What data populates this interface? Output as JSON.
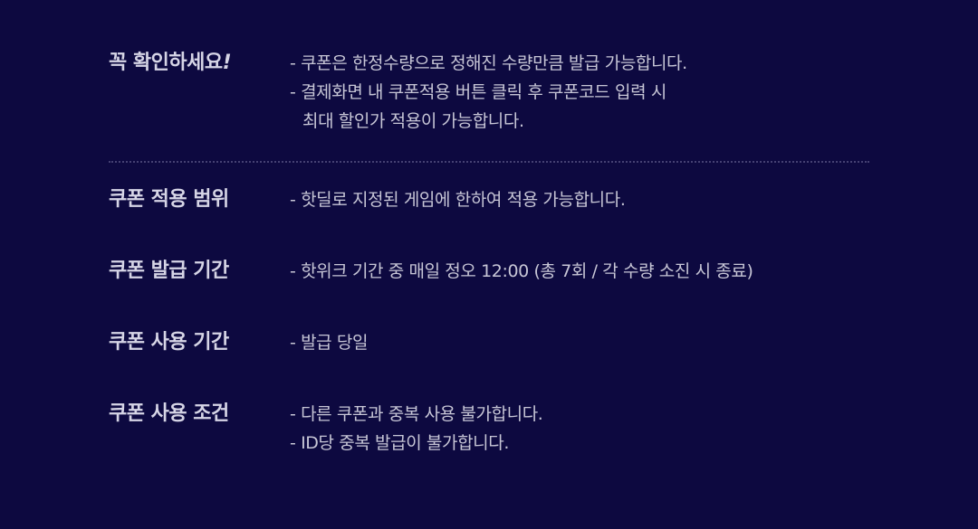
{
  "sections": {
    "check": {
      "title_prefix": "꼭 확인하세요",
      "title_suffix": "!",
      "lines": [
        "- 쿠폰은 한정수량으로 정해진 수량만큼 발급 가능합니다.",
        "- 결제화면 내 쿠폰적용 버튼 클릭 후 쿠폰코드 입력 시",
        "최대 할인가 적용이 가능합니다."
      ]
    },
    "range": {
      "title": "쿠폰 적용 범위",
      "lines": [
        "- 핫딜로 지정된 게임에 한하여 적용 가능합니다."
      ]
    },
    "issue": {
      "title": "쿠폰 발급 기간",
      "lines": [
        "- 핫위크 기간 중 매일 정오 12:00 (총 7회 / 각 수량 소진 시 종료)"
      ]
    },
    "use_period": {
      "title": "쿠폰 사용 기간",
      "lines": [
        "- 발급 당일"
      ]
    },
    "conditions": {
      "title": "쿠폰 사용  조건",
      "lines": [
        "- 다른 쿠폰과 중복 사용 불가합니다.",
        "- ID당 중복 발급이 불가합니다."
      ]
    }
  }
}
